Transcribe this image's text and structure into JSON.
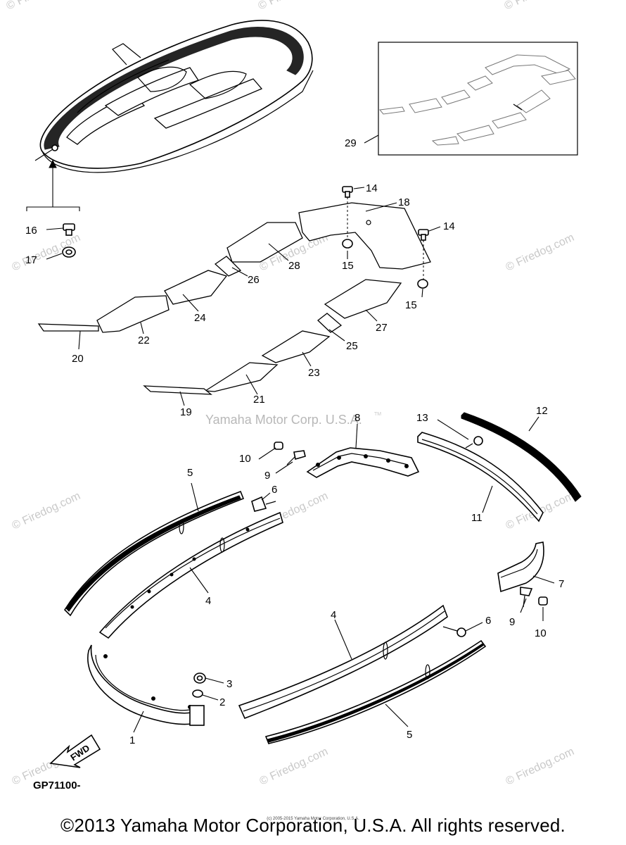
{
  "callouts": {
    "c1": "1",
    "c2": "2",
    "c3": "3",
    "c4a": "4",
    "c4b": "4",
    "c5a": "5",
    "c5b": "5",
    "c6a": "6",
    "c6b": "6",
    "c7": "7",
    "c8": "8",
    "c9a": "9",
    "c9b": "9",
    "c10a": "10",
    "c10b": "10",
    "c11": "11",
    "c12": "12",
    "c13": "13",
    "c14a": "14",
    "c14b": "14",
    "c15a": "15",
    "c15b": "15",
    "c16": "16",
    "c17": "17",
    "c18": "18",
    "c19": "19",
    "c20": "20",
    "c21": "21",
    "c22": "22",
    "c23": "23",
    "c24": "24",
    "c25": "25",
    "c26": "26",
    "c27": "27",
    "c28": "28",
    "c29": "29"
  },
  "fwd_label": "FWD",
  "diagram_code": "GP71100-",
  "watermark_text": "© Firedog.com",
  "center_watermark": "Yamaha Motor Corp. U.S.A.",
  "center_watermark_tm": "TM",
  "small_copyright": "(c) 2005-2015 Yamaha Motor Corporation, U.S.A.",
  "footer_copyright": "©2013 Yamaha Motor Corporation, U.S.A. All rights reserved."
}
